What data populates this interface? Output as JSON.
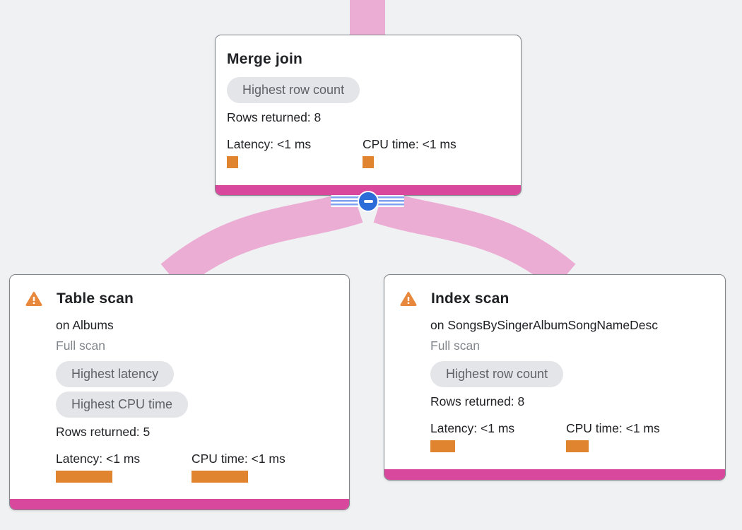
{
  "app": "query-plan-visualizer",
  "colors": {
    "background": "#f0f1f3",
    "edge_pink": "#ecadd4",
    "node_accent_pink": "#d8499e",
    "metric_orange": "#e0842f",
    "warning_orange": "#e8883c",
    "badge_background": "#e3e5e8",
    "badge_text": "#5f6368",
    "muted_text": "#80868b",
    "body_text": "#202124",
    "card_border": "#82878c",
    "collapse_blue": "#2b6cd9",
    "collapse_stripe_blue": "#7fa1ef"
  },
  "collapse_control": {
    "state": "expanded",
    "symbol": "−"
  },
  "nodes": [
    {
      "title": "Merge join",
      "badges": [
        "Highest row count"
      ],
      "rows_returned": "Rows returned: 8",
      "latency": {
        "label": "Latency: <1 ms",
        "bar_style": "width:16px"
      },
      "cpu": {
        "label": "CPU time: <1 ms",
        "bar_style": "width:16px"
      }
    },
    {
      "title": "Table scan",
      "has_warning": true,
      "subtitle": "on Albums",
      "scan_type": "Full scan",
      "badges": [
        "Highest latency",
        "Highest CPU time"
      ],
      "rows_returned": "Rows returned: 5",
      "latency": {
        "label": "Latency: <1 ms",
        "bar_style": "width:80px"
      },
      "cpu": {
        "label": "CPU time: <1 ms",
        "bar_style": "width:80px"
      }
    },
    {
      "title": "Index scan",
      "has_warning": true,
      "subtitle": "on SongsBySingerAlbumSongNameDesc",
      "scan_type": "Full scan",
      "badges": [
        "Highest row count"
      ],
      "rows_returned": "Rows returned: 8",
      "latency": {
        "label": "Latency: <1 ms",
        "bar_style": "width:35px"
      },
      "cpu": {
        "label": "CPU time: <1 ms",
        "bar_style": "width:32px"
      }
    }
  ]
}
